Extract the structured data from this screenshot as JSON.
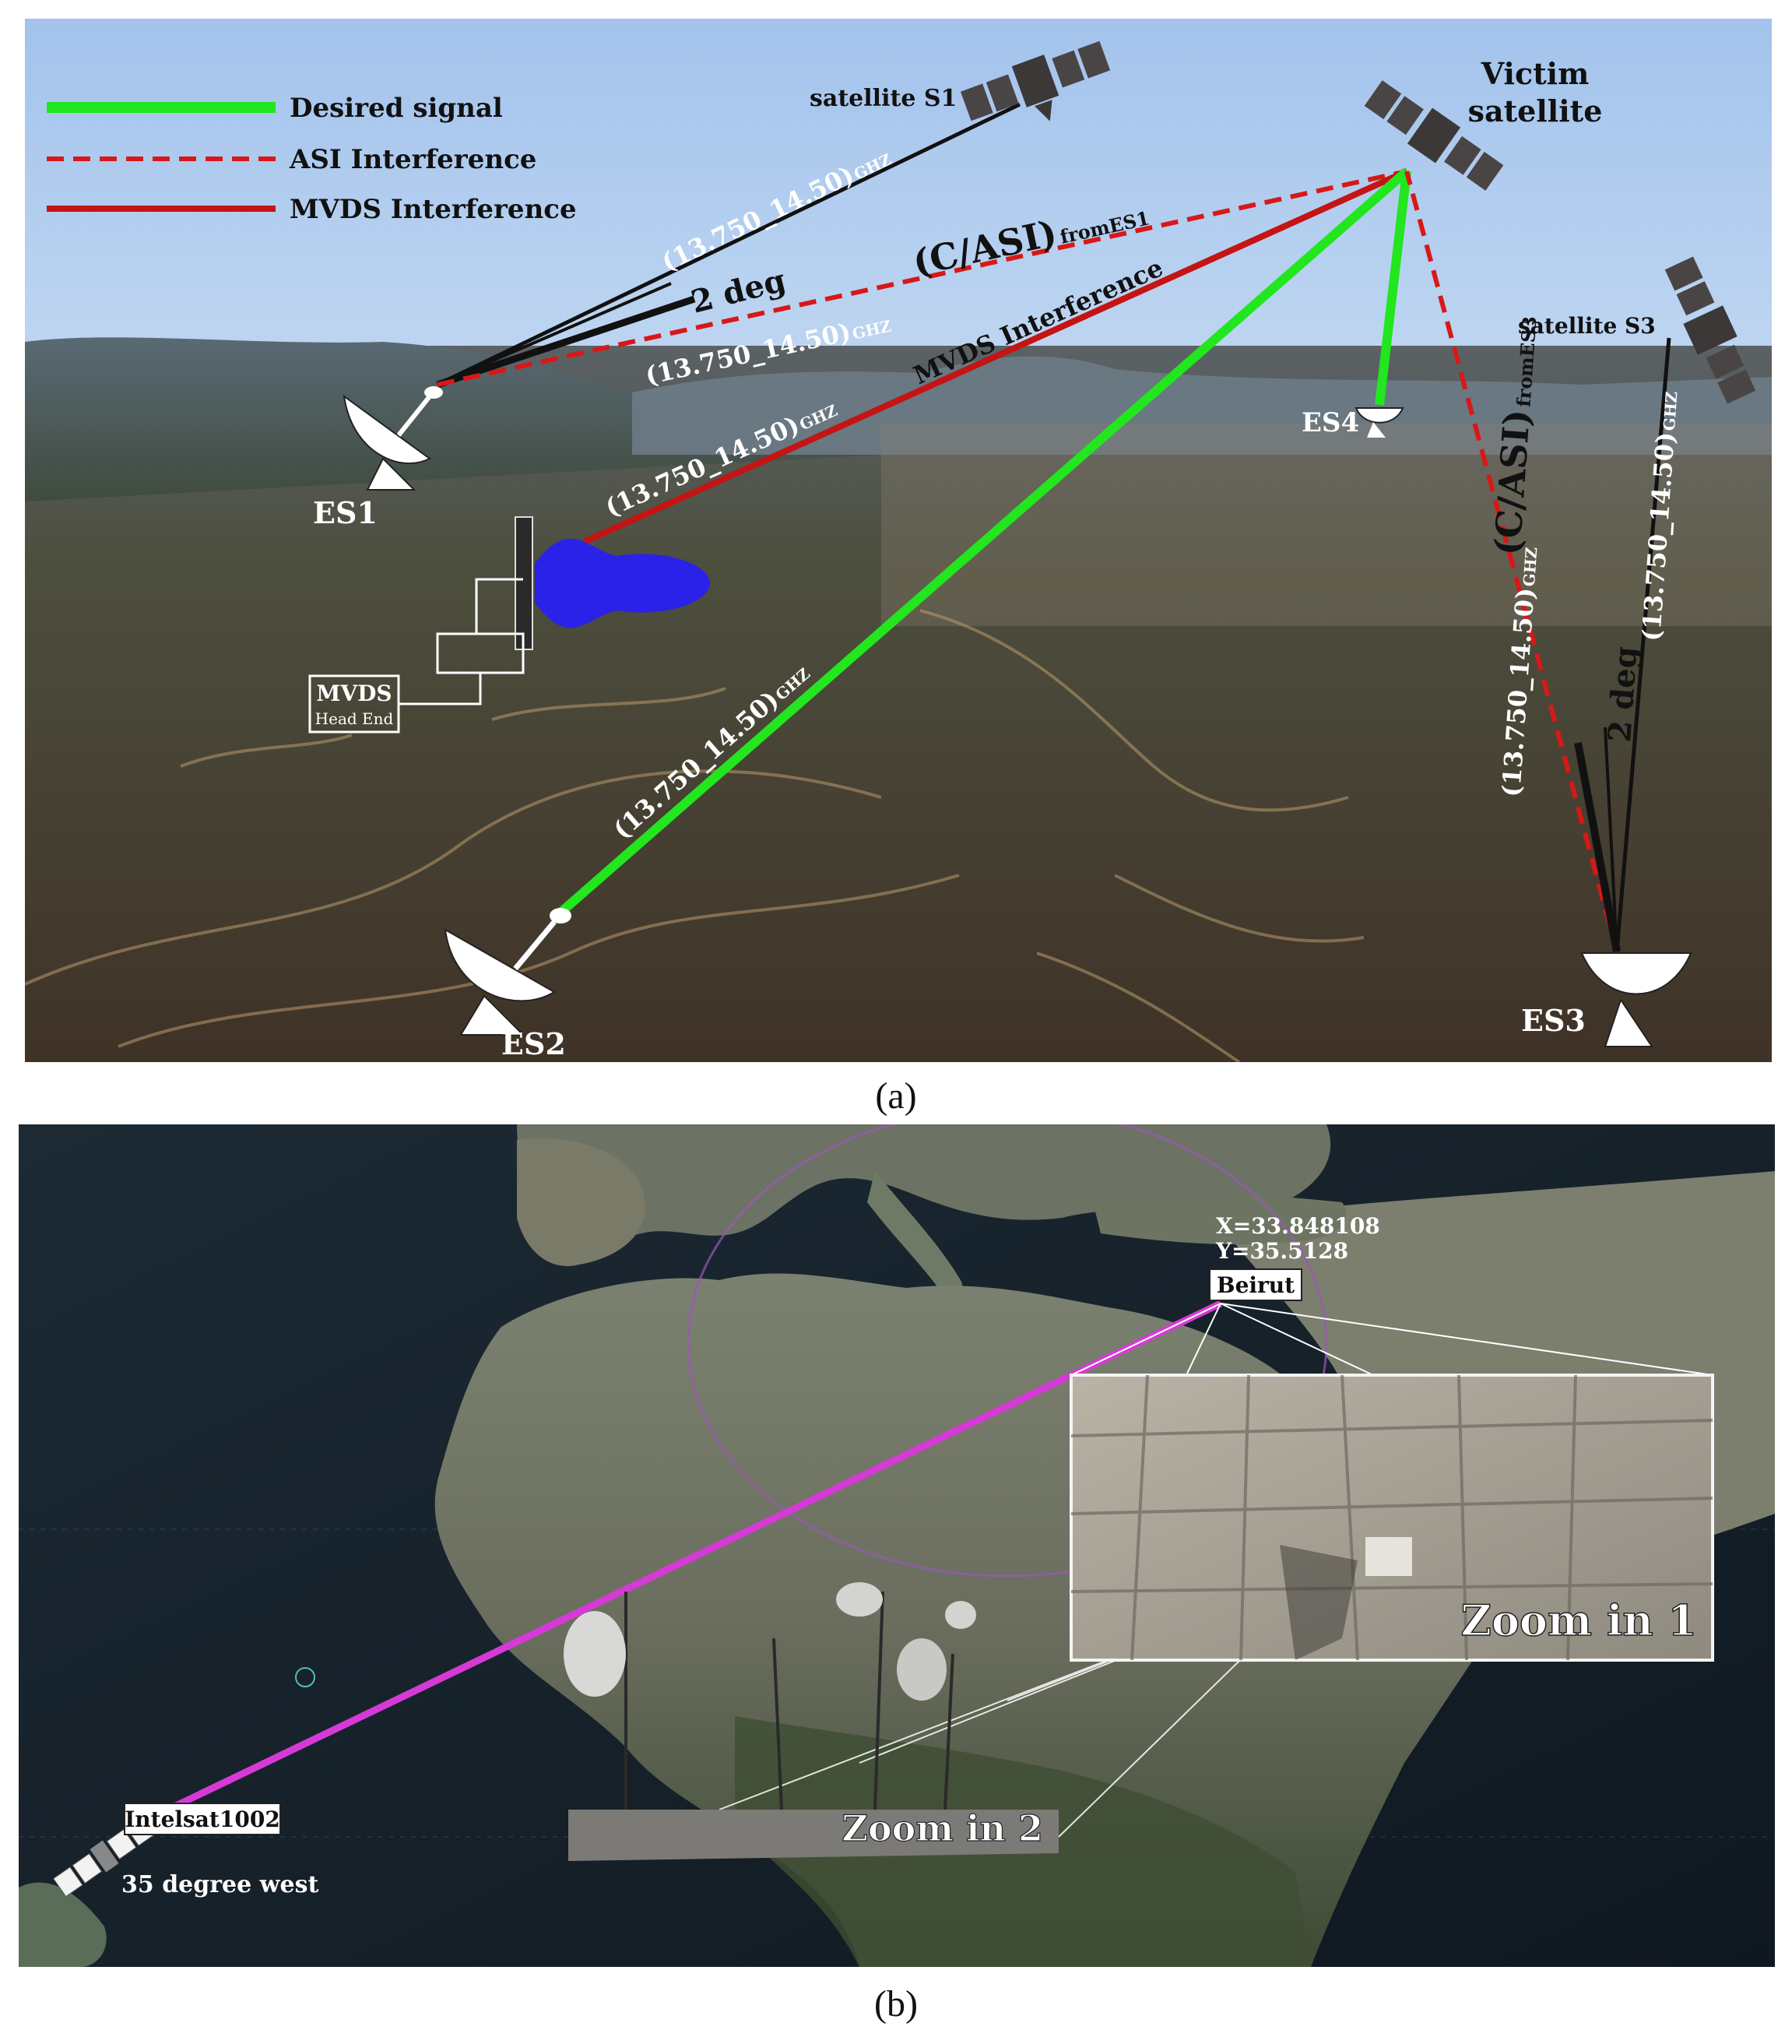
{
  "panel_a": {
    "legend": {
      "desired": "Desired signal",
      "asi": "ASI Interference",
      "mvds": "MVDS Interference"
    },
    "labels": {
      "satellite_s1": "satellite S1",
      "victim_line1": "Victim",
      "victim_line2": "satellite",
      "satellite_s3": "satellite S3",
      "es1": "ES1",
      "es2": "ES2",
      "es3": "ES3",
      "es4": "ES4",
      "mvds_head": "MVDS",
      "mvds_head_sub": "Head End",
      "deg_left": "2 deg",
      "deg_right": "2 deg",
      "freq": "(13.750_14.50)",
      "ghz": "GHZ",
      "casi_es1": "(C/ASI)",
      "casi_es1_sub": "fromES1",
      "casi_es3": "(C/ASI)",
      "casi_es3_sub": "fromES3",
      "mvds_line": "MVDS Interference"
    },
    "colors": {
      "desired": "#22e61e",
      "asi": "#d81818",
      "mvds": "#c41414",
      "sky": "#a9c9ee",
      "ground": "#4a4638",
      "mvds_beam": "#2a22e8"
    },
    "caption": "(a)"
  },
  "panel_b": {
    "coords_x": "X=33.848108",
    "coords_y": "Y=35.5128",
    "city": "Beirut",
    "satellite": "Intelsat1002",
    "orbit": "35 degree west",
    "zoom1": "Zoom in 1",
    "zoom2": "Zoom in 2",
    "colors": {
      "link": "#d63ad6",
      "ocean": "#14202a",
      "land": "#6e7265"
    },
    "caption": "(b)"
  }
}
